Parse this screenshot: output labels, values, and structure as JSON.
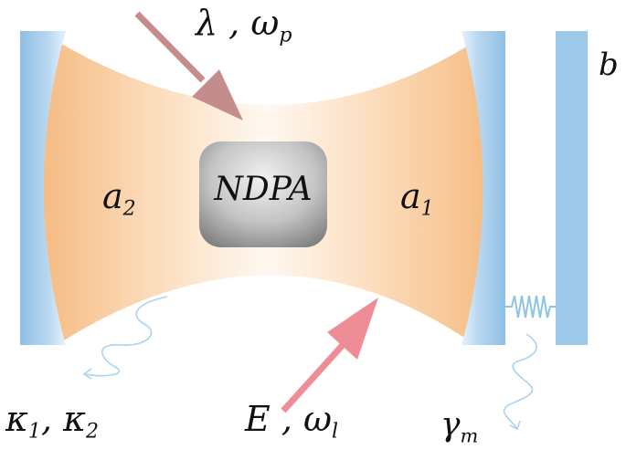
{
  "labels": {
    "pump": {
      "main": "λ , ω",
      "sub": "p"
    },
    "mode_right": {
      "main": "a",
      "sub": "1"
    },
    "mode_left": {
      "main": "a",
      "sub": "2"
    },
    "crystal": "NDPA",
    "mechanical_mode": "b",
    "decay_left": {
      "main1": "κ",
      "sub1": "1",
      "sep": ", ",
      "main2": "κ",
      "sub2": "2"
    },
    "drive": {
      "main": "E , ω",
      "sub": "l"
    },
    "mechanical_damping": {
      "main": "γ",
      "sub": "m"
    }
  },
  "colors": {
    "mirror": "#9ec8e8",
    "mirror_face": "#cfe3f5",
    "cavity_light": "#f6c48e",
    "pump_arrow": "#c48c8c",
    "drive_arrow": "#ef8d97",
    "spring": "#8ec3e6",
    "wavy_line": "#a8d4f0",
    "crystal": "#9c9c9c"
  }
}
